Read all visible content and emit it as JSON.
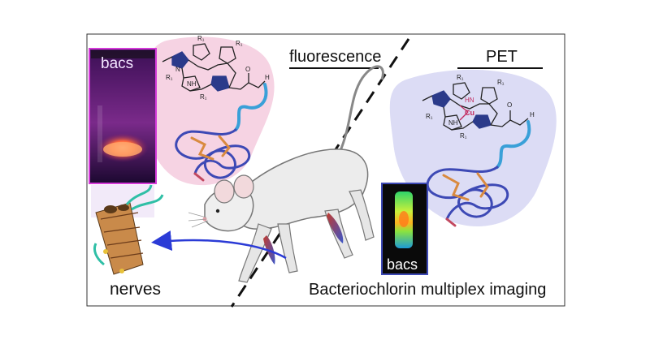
{
  "labels": {
    "fluorescence": "fluorescence",
    "pet": "PET",
    "nerves": "nerves",
    "bacs_vial": "bacs",
    "bacs_scan": "bacs",
    "bottom": "Bacteriochlorin multiplex imaging"
  },
  "chem": {
    "r1": "R₁",
    "n": "N",
    "hn": "HN",
    "nh": "NH",
    "cu": "Cu",
    "o": "O",
    "h": "H"
  },
  "colors": {
    "pink_blob": "#f6d3e3",
    "lavender_blob": "#dcdcf5",
    "peptide_blue": "#3d49b5",
    "linker_orange": "#d98a3f",
    "vial_glow": "#ff6a3c",
    "scan_green": "#7de23c",
    "arrow_blue": "#2b3bd6"
  }
}
